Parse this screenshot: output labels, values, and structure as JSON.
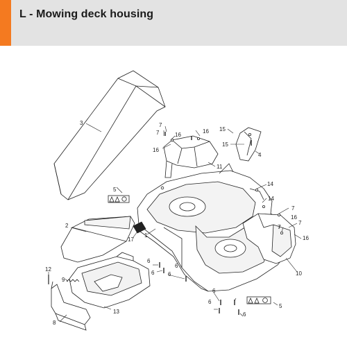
{
  "header": {
    "title": "L - Mowing deck housing",
    "accent_color": "#f47a20",
    "background_color": "#e3e3e3"
  },
  "callouts": [
    {
      "id": "c1",
      "label": "3"
    },
    {
      "id": "c2",
      "label": "7"
    },
    {
      "id": "c3",
      "label": "7"
    },
    {
      "id": "c4",
      "label": "16"
    },
    {
      "id": "c5",
      "label": "16"
    },
    {
      "id": "c6",
      "label": "16"
    },
    {
      "id": "c7",
      "label": "11"
    },
    {
      "id": "c8",
      "label": "15"
    },
    {
      "id": "c9",
      "label": "15"
    },
    {
      "id": "c10",
      "label": "4"
    },
    {
      "id": "c11",
      "label": "5"
    },
    {
      "id": "c12",
      "label": "14"
    },
    {
      "id": "c13",
      "label": "14"
    },
    {
      "id": "c14",
      "label": "7"
    },
    {
      "id": "c15",
      "label": "16"
    },
    {
      "id": "c16",
      "label": "7"
    },
    {
      "id": "c17",
      "label": "7"
    },
    {
      "id": "c18",
      "label": "16"
    },
    {
      "id": "c19",
      "label": "2"
    },
    {
      "id": "c20",
      "label": "17"
    },
    {
      "id": "c21",
      "label": "1"
    },
    {
      "id": "c22",
      "label": "10"
    },
    {
      "id": "c23",
      "label": "12"
    },
    {
      "id": "c24",
      "label": "9"
    },
    {
      "id": "c25",
      "label": "6"
    },
    {
      "id": "c26",
      "label": "6"
    },
    {
      "id": "c27",
      "label": "6"
    },
    {
      "id": "c28",
      "label": "6"
    },
    {
      "id": "c29",
      "label": "6"
    },
    {
      "id": "c30",
      "label": "6"
    },
    {
      "id": "c31",
      "label": "6"
    },
    {
      "id": "c32",
      "label": "13"
    },
    {
      "id": "c33",
      "label": "8"
    },
    {
      "id": "c34",
      "label": "5"
    }
  ]
}
